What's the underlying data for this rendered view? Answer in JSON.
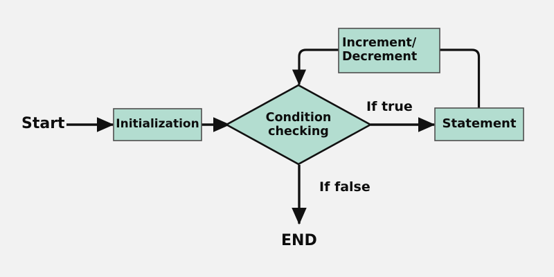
{
  "diagram": {
    "title": "Loop flowchart",
    "background_color": "#f2f2f2",
    "node_fill_color": "#b3ddd0",
    "node_stroke_color": "#4d4d4d",
    "line_color": "#111111",
    "text_color": "#0d0d0d"
  },
  "nodes": {
    "start": {
      "label": "Start",
      "shape": "text"
    },
    "initialization": {
      "label": "Initialization",
      "shape": "rectangle"
    },
    "condition": {
      "label": "Condition\nchecking",
      "shape": "diamond"
    },
    "statement": {
      "label": "Statement",
      "shape": "rectangle"
    },
    "increment_decrement": {
      "label": "Increment/\nDecrement",
      "shape": "rectangle"
    },
    "end": {
      "label": "END",
      "shape": "text"
    }
  },
  "edges": {
    "start_to_initialization": {
      "label": ""
    },
    "initialization_to_condition": {
      "label": ""
    },
    "condition_to_statement": {
      "label": "If true"
    },
    "condition_to_end": {
      "label": "If false"
    },
    "statement_to_increment": {
      "label": ""
    },
    "increment_to_condition": {
      "label": ""
    }
  }
}
